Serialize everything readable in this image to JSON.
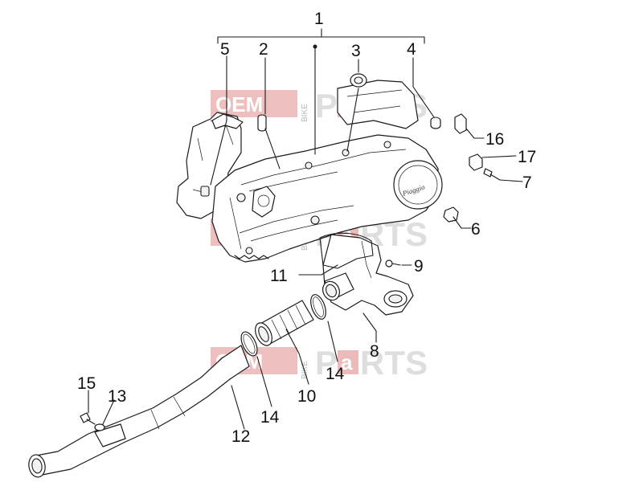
{
  "diagram": {
    "callouts": [
      {
        "id": "c1",
        "label": "1"
      },
      {
        "id": "c2",
        "label": "2"
      },
      {
        "id": "c3",
        "label": "3"
      },
      {
        "id": "c4",
        "label": "4"
      },
      {
        "id": "c5",
        "label": "5"
      },
      {
        "id": "c6",
        "label": "6"
      },
      {
        "id": "c7",
        "label": "7"
      },
      {
        "id": "c8",
        "label": "8"
      },
      {
        "id": "c9",
        "label": "9"
      },
      {
        "id": "c10",
        "label": "10"
      },
      {
        "id": "c11",
        "label": "11"
      },
      {
        "id": "c12",
        "label": "12"
      },
      {
        "id": "c13",
        "label": "13"
      },
      {
        "id": "c14a",
        "label": "14"
      },
      {
        "id": "c14b",
        "label": "14"
      },
      {
        "id": "c15",
        "label": "15"
      },
      {
        "id": "c16",
        "label": "16"
      },
      {
        "id": "c17",
        "label": "17"
      }
    ],
    "cover_emblem": "Piaggio",
    "watermark": {
      "oem": "OEM",
      "bike": "BIKE",
      "p": "P",
      "a": "a",
      "rts": "RTS"
    },
    "colors": {
      "line": "#1a1a1a",
      "watermark_red": "#e8a9a9",
      "watermark_grey": "#d9d9d9"
    }
  }
}
